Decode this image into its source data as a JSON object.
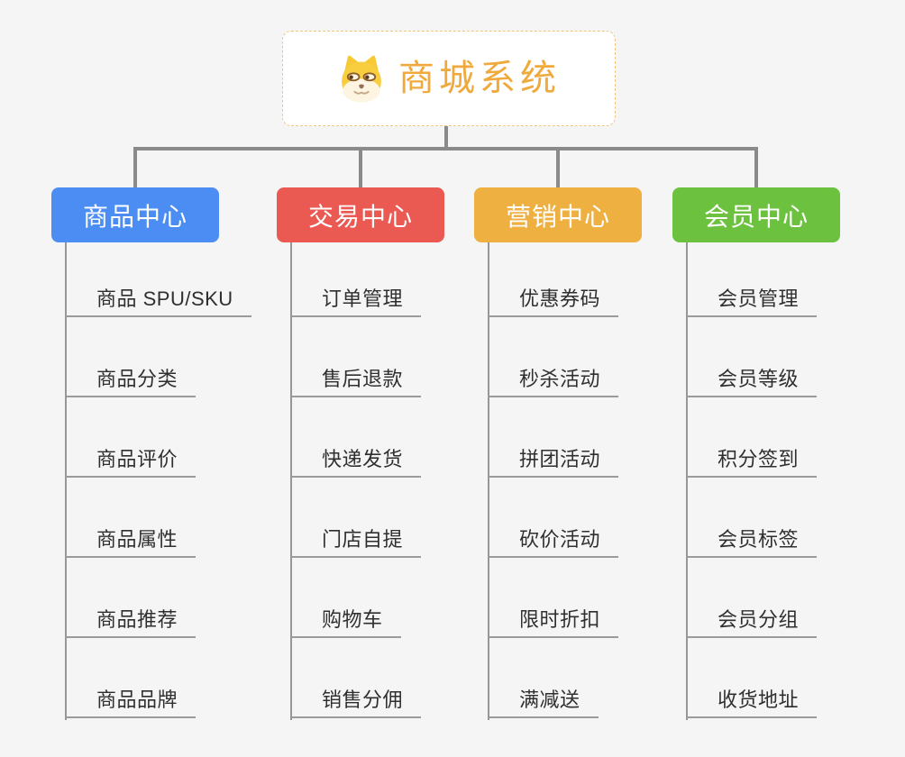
{
  "root": {
    "title": "商城系统",
    "icon": "doge-icon",
    "title_color": "#F0A93B",
    "border_color": "#F2C47E"
  },
  "connector_color": "#8A8A8A",
  "branches": [
    {
      "label": "商品中心",
      "color": "#4B8DF3",
      "children": [
        "商品 SPU/SKU",
        "商品分类",
        "商品评价",
        "商品属性",
        "商品推荐",
        "商品品牌"
      ]
    },
    {
      "label": "交易中心",
      "color": "#EA5A52",
      "children": [
        "订单管理",
        "售后退款",
        "快递发货",
        "门店自提",
        "购物车",
        "销售分佣"
      ]
    },
    {
      "label": "营销中心",
      "color": "#EFB042",
      "children": [
        "优惠券码",
        "秒杀活动",
        "拼团活动",
        "砍价活动",
        "限时折扣",
        "满减送"
      ]
    },
    {
      "label": "会员中心",
      "color": "#6CC13F",
      "children": [
        "会员管理",
        "会员等级",
        "积分签到",
        "会员标签",
        "会员分组",
        "收货地址"
      ]
    }
  ]
}
